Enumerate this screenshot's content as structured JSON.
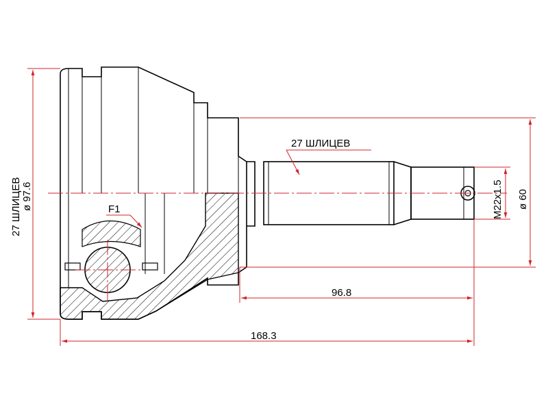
{
  "labels": {
    "outer_splines": "27 ШЛИЦЕВ",
    "outer_diameter": "ø 97.6",
    "shaft_splines": "27 ШЛИЦЕВ",
    "thread": "M22x1.5",
    "seal_diameter": "ø 60",
    "f1": "F1",
    "dim_shaft": "96.8",
    "dim_total": "168.3"
  },
  "colors": {
    "dimension": "#d2232a",
    "outline": "#000000"
  }
}
